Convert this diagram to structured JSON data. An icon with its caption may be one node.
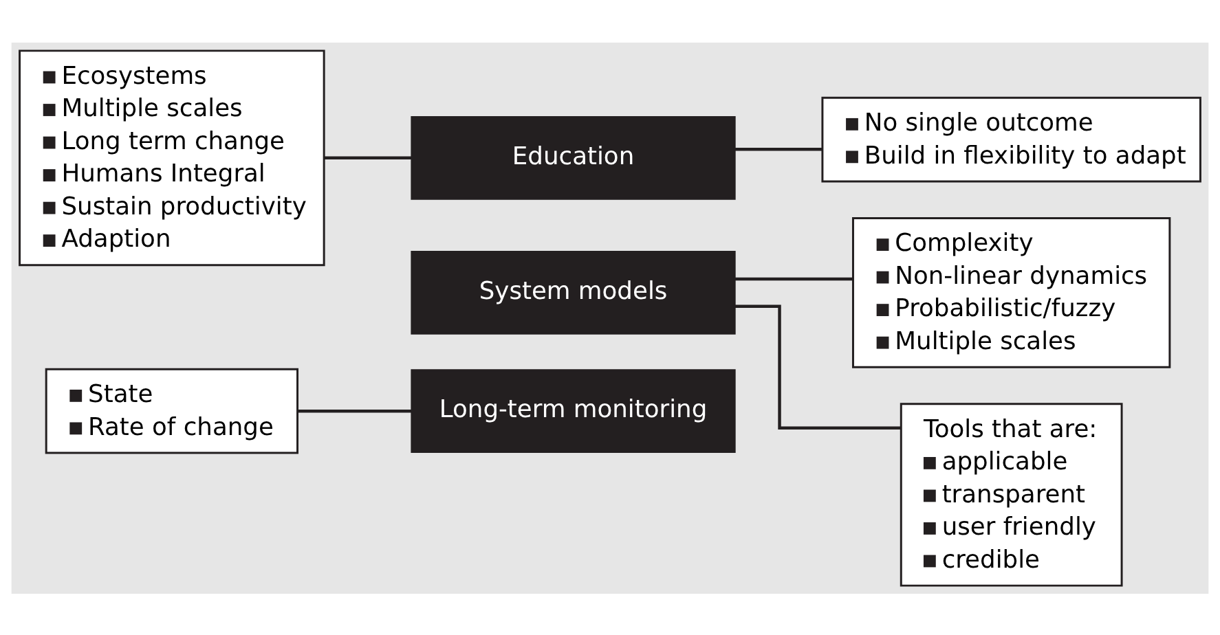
{
  "diagram": {
    "nodes": [
      {
        "text": [
          "No single outcome",
          "Build in flexibility to adapt"
        ]
      },
      {
        "text": [
          "Ecosystems",
          "Multiple scales",
          "Long term change",
          "Humans Integral",
          "Sustain productivity",
          "Adaption"
        ]
      },
      {
        "text": [
          "Education"
        ]
      },
      {
        "text": [
          "Complexity",
          "Non-linear dynamics",
          "Probabilistic/fuzzy",
          "Multiple scales"
        ]
      },
      {
        "text": [
          "System models"
        ]
      },
      {
        "text": [
          "Tools that are:",
          "applicable",
          "transparent",
          "user friendly",
          "credible"
        ]
      },
      {
        "text": [
          "State",
          "Rate of change"
        ]
      },
      {
        "text": [
          "Long-term monitoring"
        ]
      }
    ],
    "edges": [
      {
        "from": 2,
        "to": 0,
        "arrow": "none"
      },
      {
        "from": 1,
        "to": 2,
        "arrow": "none"
      },
      {
        "from": 4,
        "to": 3,
        "arrow": "none"
      },
      {
        "from": 4,
        "to": 5,
        "arrow": "none"
      },
      {
        "from": 6,
        "to": 7,
        "arrow": "none"
      }
    ]
  }
}
